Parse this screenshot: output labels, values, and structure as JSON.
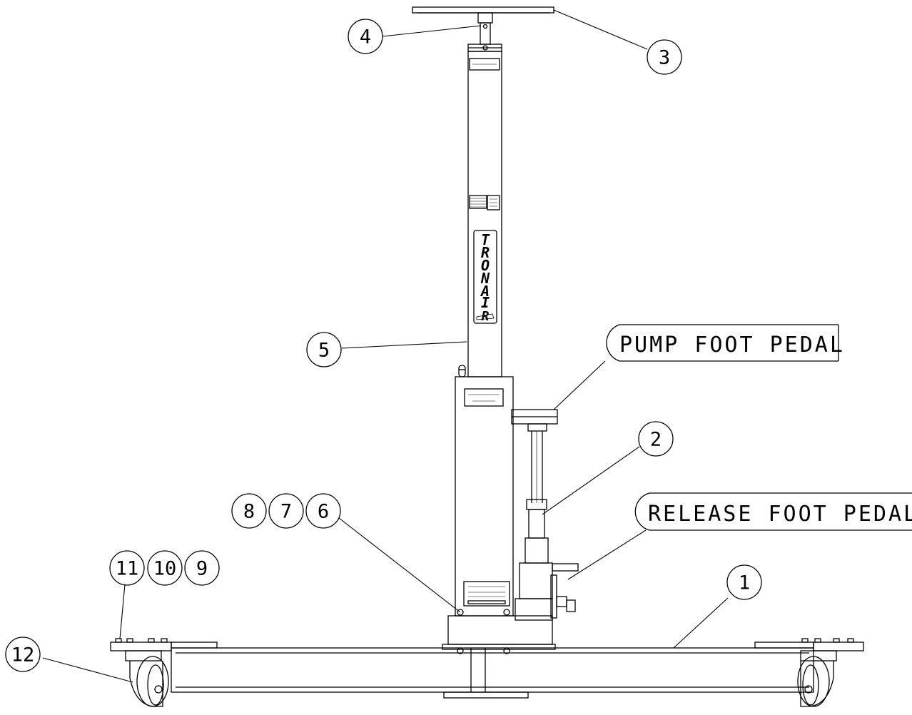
{
  "callouts": {
    "pump_foot_pedal": "PUMP FOOT PEDAL",
    "release_foot_pedal": "RELEASE FOOT PEDAL"
  },
  "balloons": {
    "b1": "1",
    "b2": "2",
    "b3": "3",
    "b4": "4",
    "b5": "5",
    "b6": "6",
    "b7": "7",
    "b8": "8",
    "b9": "9",
    "b10": "10",
    "b11": "11",
    "b12": "12"
  },
  "logo": {
    "letters": [
      "T",
      "R",
      "O",
      "N",
      "A",
      "I",
      "R"
    ]
  },
  "colors": {
    "line": "#000000",
    "background": "#ffffff"
  }
}
